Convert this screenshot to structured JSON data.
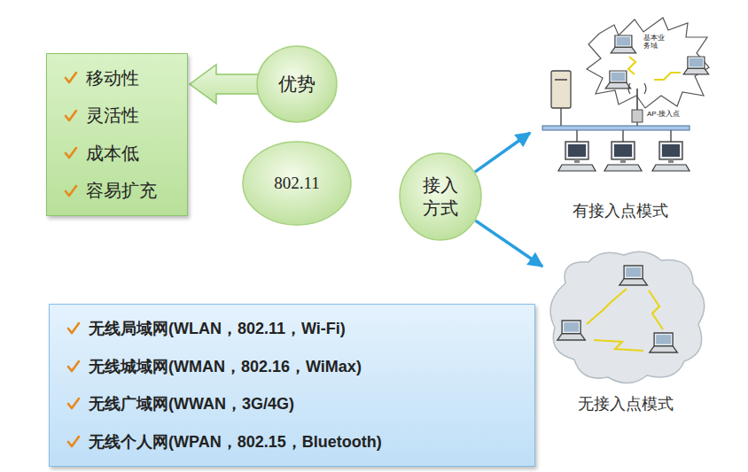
{
  "diagram": {
    "nodes": [
      {
        "text": [
          "移动性",
          "灵活性",
          "成本低",
          "容易扩充"
        ]
      },
      {
        "text": [
          "优势"
        ]
      },
      {
        "text": [
          "802.11"
        ]
      },
      {
        "text": [
          "接入 方式"
        ]
      },
      {
        "text": [
          "有接入点模式"
        ]
      },
      {
        "text": [
          "无接入点模式"
        ]
      },
      {
        "text": [
          "无线局域网(WLAN，802.11，Wi-Fi)",
          "无线城域网(WMAN，802.16，WiMax)",
          "无线广域网(WWAN，3G/4G)",
          "无线个人网(WPAN，802.15，Bluetooth)"
        ]
      }
    ],
    "edges": [
      {
        "from": 1,
        "to": 0,
        "arrow": "to"
      },
      {
        "from": 3,
        "to": 4,
        "arrow": "to"
      },
      {
        "from": 3,
        "to": 5,
        "arrow": "to"
      }
    ],
    "labels": [
      "基本业务域",
      "AP-接入点"
    ]
  }
}
